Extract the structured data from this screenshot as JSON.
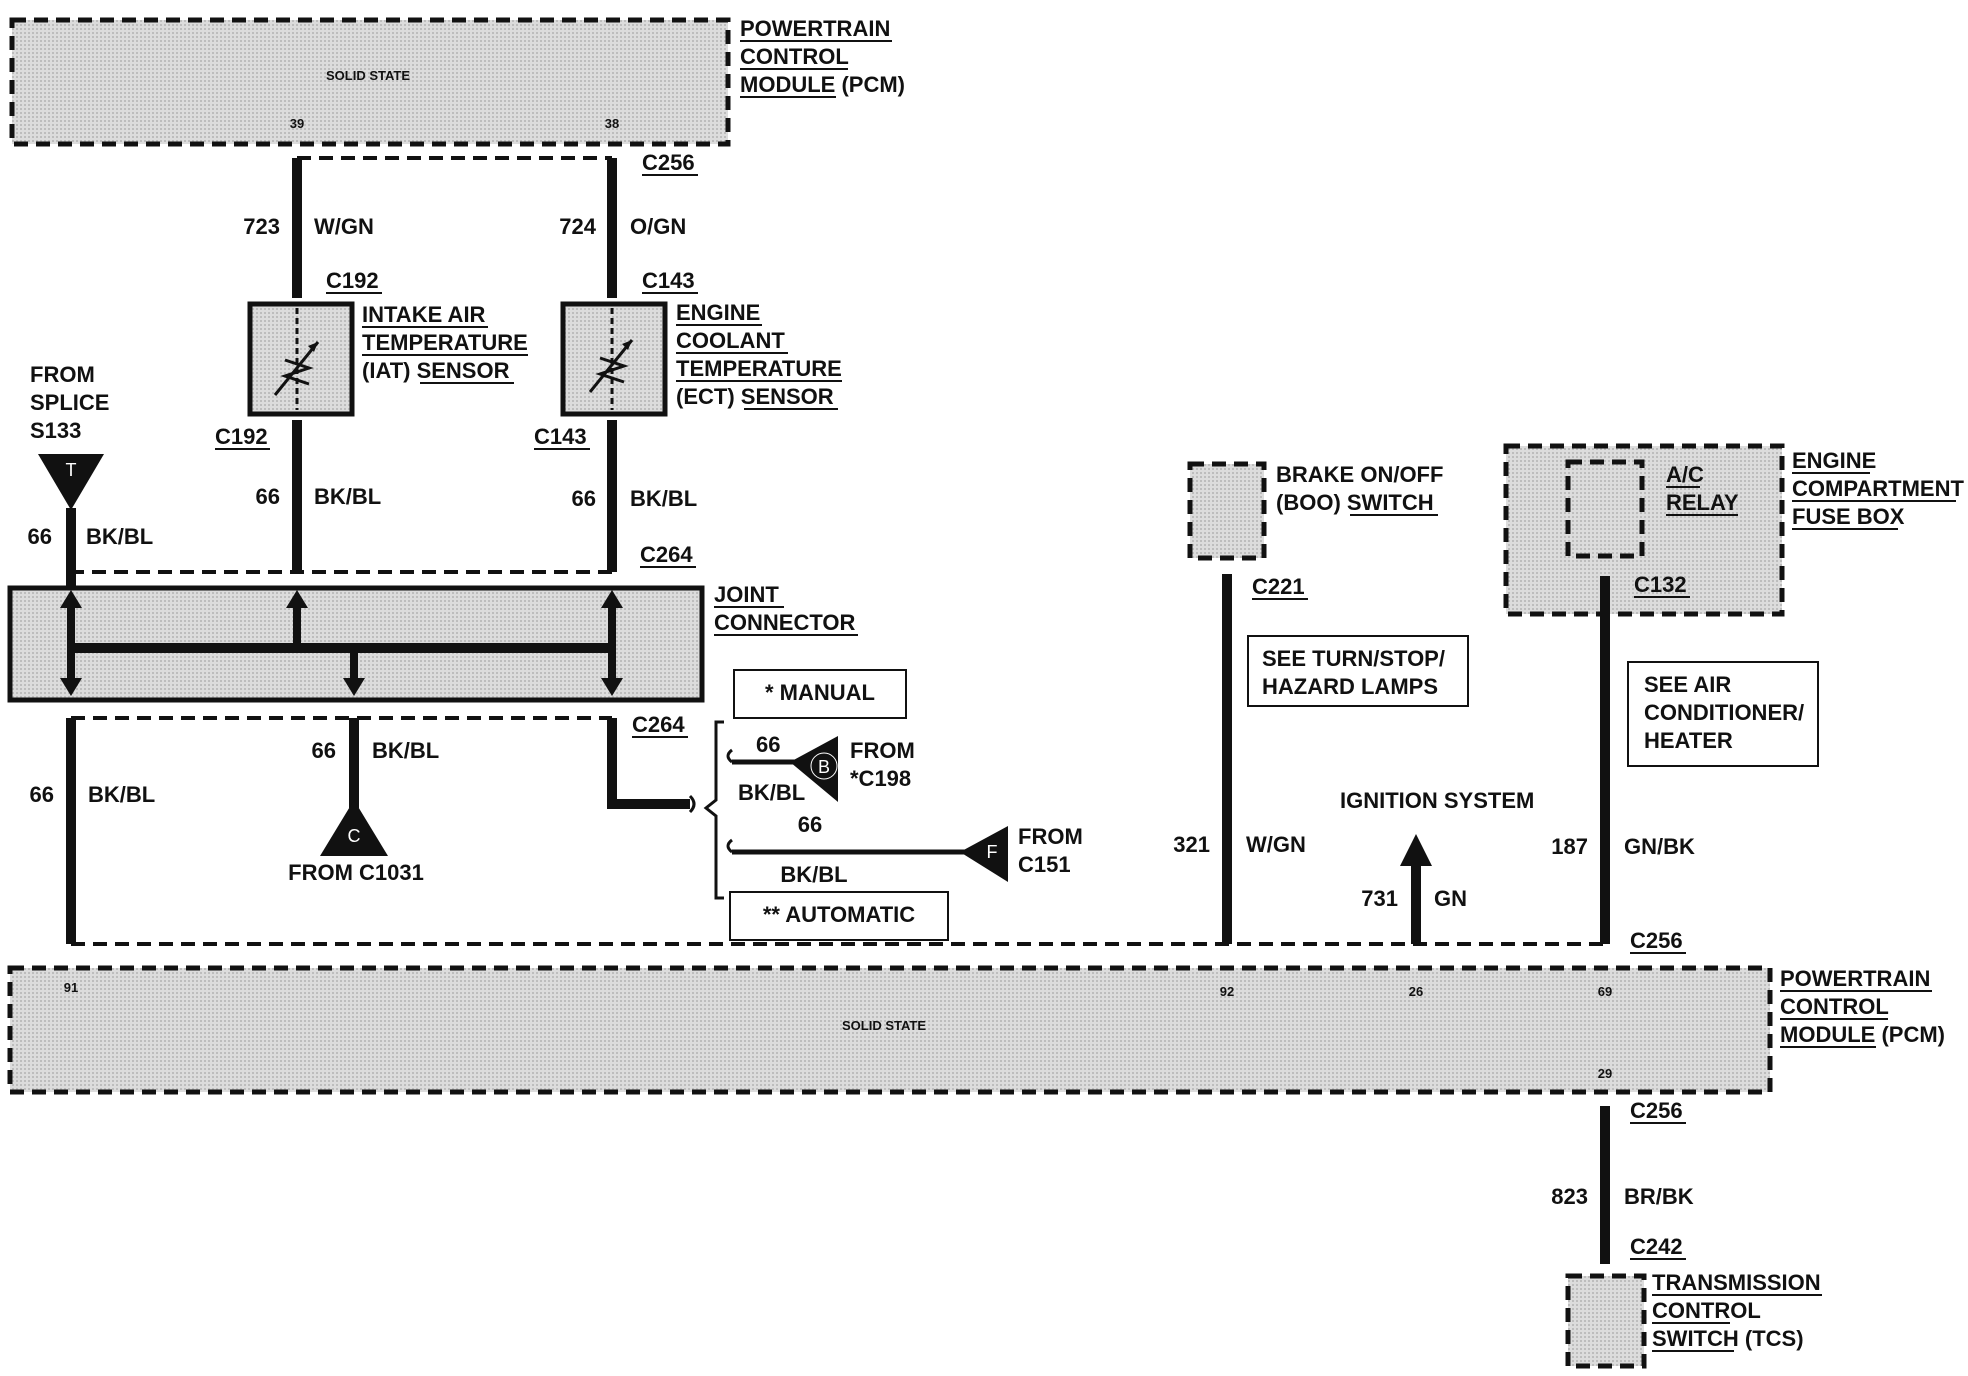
{
  "pcm_top": {
    "title_lines": [
      "POWERTRAIN",
      "CONTROL",
      "MODULE (PCM)"
    ],
    "inner_text": "SOLID STATE",
    "pin_a": "39",
    "pin_b": "38"
  },
  "pcm_bottom": {
    "title_lines": [
      "POWERTRAIN",
      "CONTROL",
      "MODULE (PCM)"
    ],
    "inner_text": "SOLID STATE",
    "pin_91": "91",
    "pin_92": "92",
    "pin_26": "26",
    "pin_69": "69",
    "pin_29": "29"
  },
  "iat": {
    "lines": [
      "INTAKE AIR",
      "TEMPERATURE",
      "(IAT) SENSOR"
    ],
    "wire_num": "723",
    "wire_color": "W/GN",
    "conn_top": "C192",
    "conn_bottom": "C192",
    "ret_num": "66",
    "ret_color": "BK/BL"
  },
  "ect": {
    "lines": [
      "ENGINE",
      "COOLANT",
      "TEMPERATURE",
      "(ECT) SENSOR"
    ],
    "wire_num": "724",
    "wire_color": "O/GN",
    "conn_pcm": "C256",
    "conn_top": "C143",
    "conn_bottom": "C143",
    "ret_num": "66",
    "ret_color": "BK/BL",
    "conn_joint": "C264"
  },
  "splice": {
    "lines": [
      "FROM",
      "SPLICE",
      "S133"
    ],
    "tag": "T",
    "wire_num": "66",
    "wire_color": "BK/BL"
  },
  "joint": {
    "lines": [
      "JOINT",
      "CONNECTOR"
    ],
    "conn_bottom": "C264"
  },
  "left_wire": {
    "num": "66",
    "color": "BK/BL"
  },
  "c_branch": {
    "num": "66",
    "color": "BK/BL",
    "tag": "C",
    "from": "FROM C1031"
  },
  "manual": {
    "label": "* MANUAL",
    "num": "66",
    "color": "BK/BL",
    "tag": "B",
    "from_lines": [
      "FROM",
      "*C198"
    ]
  },
  "automatic": {
    "label": "** AUTOMATIC",
    "num": "66",
    "color": "BK/BL",
    "tag": "F",
    "from_lines": [
      "FROM",
      "C151"
    ]
  },
  "boo": {
    "lines": [
      "BRAKE ON/OFF",
      "(BOO) SWITCH"
    ],
    "conn": "C221",
    "note_lines": [
      "SEE TURN/STOP/",
      "HAZARD LAMPS"
    ],
    "wire_num": "321",
    "wire_color": "W/GN"
  },
  "ignition": {
    "label": "IGNITION SYSTEM",
    "wire_num": "731",
    "wire_color": "GN"
  },
  "fusebox": {
    "lines": [
      "ENGINE",
      "COMPARTMENT",
      "FUSE BOX"
    ],
    "relay_lines": [
      "A/C",
      "RELAY"
    ],
    "conn": "C132",
    "note_lines": [
      "SEE AIR",
      "CONDITIONER/",
      "HEATER"
    ],
    "wire_num": "187",
    "wire_color": "GN/BK",
    "conn_pcm": "C256"
  },
  "tcs": {
    "lines": [
      "TRANSMISSION",
      "CONTROL",
      "SWITCH (TCS)"
    ],
    "conn_top": "C256",
    "conn_bottom": "C242",
    "wire_num": "823",
    "wire_color": "BR/BK"
  }
}
